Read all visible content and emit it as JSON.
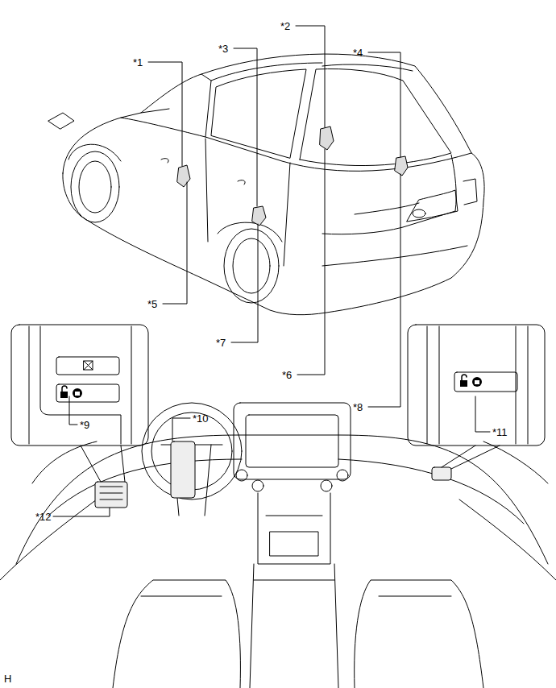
{
  "diagram": {
    "labels": [
      "*1",
      "*2",
      "*3",
      "*4",
      "*5",
      "*6",
      "*7",
      "*8",
      "*9",
      "*10",
      "*11",
      "*12",
      "H"
    ]
  }
}
